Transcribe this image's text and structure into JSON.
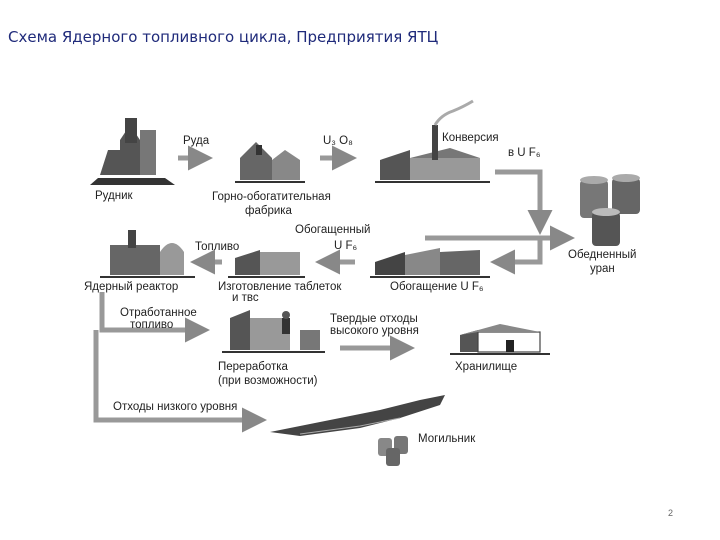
{
  "title": "Схема Ядерного топливного цикла, Предприятия ЯТЦ",
  "page_number": "2",
  "labels": {
    "ore": "Руда",
    "mine": "Рудник",
    "u3o8": "U₃ O₈",
    "conversion": "Конверсия",
    "to_uf6": "в U F₆",
    "mill_1": "Горно-обогатительная",
    "mill_2": "фабрика",
    "enriched_1": "Обогащенный",
    "enriched_2": "U F₆",
    "depleted_1": "Обедненный",
    "depleted_2": "уран",
    "fuel": "Топливо",
    "reactor": "Ядерный реактор",
    "pellets_1": "Изготовление таблеток",
    "pellets_2": "и твс",
    "enrichment": "Обогащение U F₆",
    "spent_1": "Отработанное",
    "spent_2": "топливо",
    "hlw_1": "Твердые отходы",
    "hlw_2": "высокого уровня",
    "reprocessing_1": "Переработка",
    "reprocessing_2": "(при возможности)",
    "storage": "Хранилище",
    "llw": "Отходы низкого уровня",
    "repository": "Могильник"
  }
}
